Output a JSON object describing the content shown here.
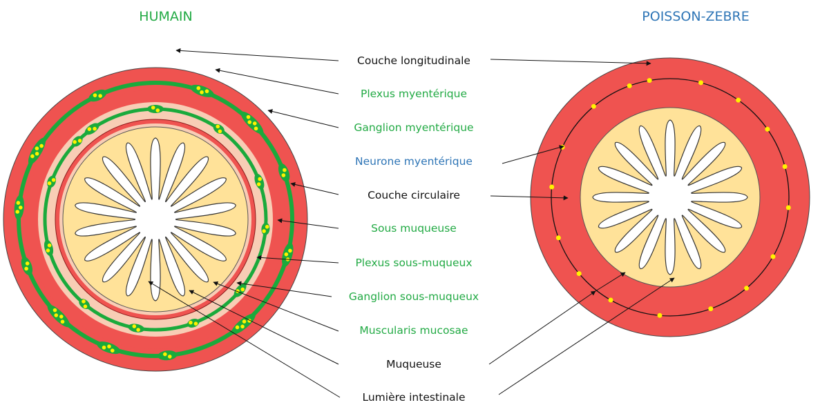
{
  "titles": {
    "human": "HUMAIN",
    "zebrafish": "POISSON-ZEBRE"
  },
  "labels": {
    "couche_longitudinale": "Couche longitudinale",
    "plexus_myenterique": "Plexus myentérique",
    "ganglion_myenterique": "Ganglion myentérique",
    "neurone_myenterique": "Neurone myentérique",
    "couche_circulaire": "Couche circulaire",
    "sous_muqueuse": "Sous muqueuse",
    "plexus_sous_muqueux": "Plexus sous-muqueux",
    "ganglion_sous_muqueux": "Ganglion sous-muqueux",
    "muscularis_mucosae": "Muscularis mucosae",
    "muqueuse": "Muqueuse",
    "lumiere_intestinale": "Lumière intestinale"
  },
  "colors": {
    "muscle": "#ef5350",
    "submucosa": "#f8cdb5",
    "mucosa": "#ffe299",
    "plexus": "#1aaa3c",
    "neuron": "#fff200",
    "green_text": "#22aa44",
    "blue_text": "#2e75b6",
    "black_text": "#111111"
  }
}
